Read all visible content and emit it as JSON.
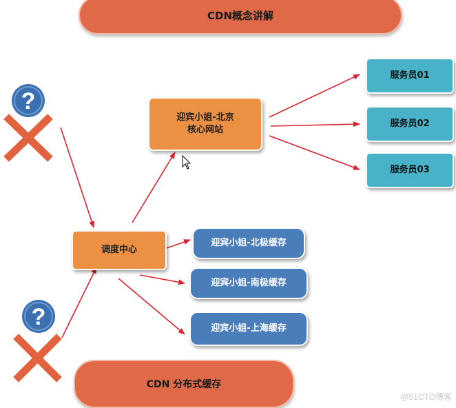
{
  "title": "CDN概念讲解",
  "bottom_label": "CDN 分布式缓存",
  "dispatch": "调度中心",
  "core_site": {
    "line1": "迎宾小姐-北京",
    "line2": "核心网站"
  },
  "servers": [
    "服务员01",
    "服务员02",
    "服务员03"
  ],
  "caches": [
    "迎宾小姐-北极缓存",
    "迎宾小姐-南极缓存",
    "迎宾小姐-上海缓存"
  ],
  "question_mark": "?",
  "watermark": "@51CTO博客",
  "colors": {
    "pill": "#e06a48",
    "orange_box": "#ec9144",
    "teal_box": "#48b2c8",
    "blue_box": "#4a7ebb",
    "arrow": "#d9232e",
    "question_circle": "#3a6fb0",
    "cross": "#e0623f"
  }
}
